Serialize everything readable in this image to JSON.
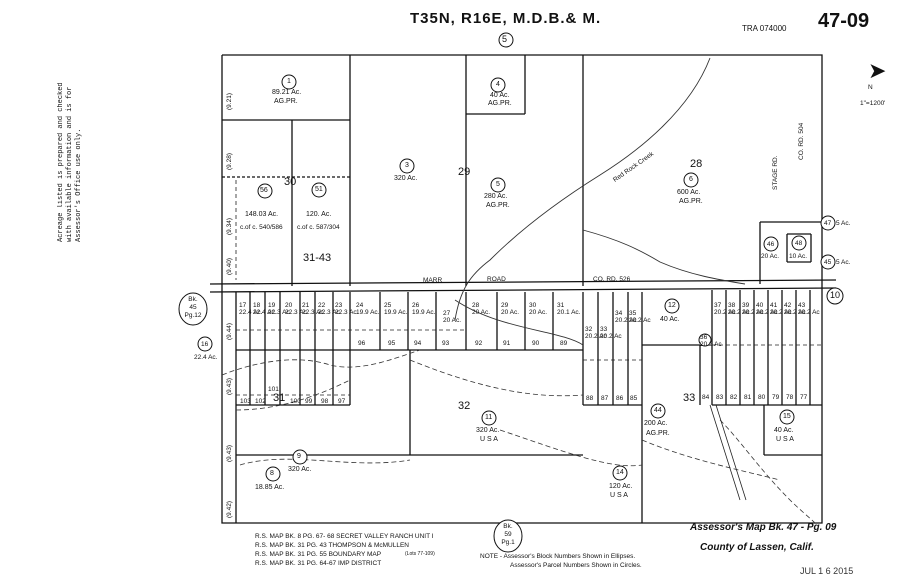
{
  "header": {
    "title": "T35N, R16E, M.D.B.& M.",
    "tra": "TRA 074000",
    "map_number": "47-09",
    "top_block": "5"
  },
  "side_note": [
    "Acreage listed is prepared and checked",
    "with available information and is for",
    "Assessor's Office use only."
  ],
  "scale": {
    "label": "1\"=1200'",
    "north": "N"
  },
  "roads": {
    "marr": "MARR",
    "road": "ROAD",
    "co_rd_526": "CO. RD. 526",
    "stage_rd": "STAGE RD.",
    "co_rd_504": "CO. RD. 504",
    "creek": "Red Rock Creek"
  },
  "sections": {
    "s29": "29",
    "s28": "28",
    "s30": "30",
    "s31_43": "31-43",
    "s32": "32",
    "s33": "33",
    "s31": "31"
  },
  "parcels": {
    "p1": {
      "num": "1",
      "acres": "89.21 Ac.",
      "note": "AG.PR."
    },
    "p3": {
      "num": "3",
      "acres": "320 Ac."
    },
    "p4": {
      "num": "4",
      "acres": "40 Ac.",
      "note": "AG.PR."
    },
    "p5": {
      "num": "5",
      "acres": "280 Ac.",
      "note": "AG.PR."
    },
    "p6": {
      "num": "6",
      "acres": "600 Ac.",
      "note": "AG.PR."
    },
    "p56": {
      "num": "56",
      "acres": "148.03 Ac.",
      "note": "c.of c. 540/586"
    },
    "p51": {
      "num": "51",
      "acres": "120. Ac.",
      "note": "c.of c. 587/304"
    },
    "p46": {
      "num": "46",
      "acres": "20 Ac."
    },
    "p48": {
      "num": "48",
      "acres": "10 Ac."
    },
    "p47": {
      "num": "47",
      "acres": "5 Ac."
    },
    "p45": {
      "num": "45",
      "acres": "5 Ac."
    },
    "p16": {
      "num": "16",
      "acres": "22.4 Ac."
    },
    "p12": {
      "num": "12",
      "acres": "40 Ac."
    },
    "p11": {
      "num": "11",
      "acres": "320 Ac.",
      "note": "U S A"
    },
    "p44": {
      "num": "44",
      "acres": "200 Ac.",
      "note": "AG.PR."
    },
    "p15": {
      "num": "15",
      "acres": "40 Ac.",
      "note": "U S A"
    },
    "p14": {
      "num": "14",
      "acres": "120 Ac.",
      "note": "U S A"
    },
    "p9": {
      "num": "9",
      "acres": "320 Ac."
    },
    "p8": {
      "num": "8",
      "acres": "18.85 Ac."
    }
  },
  "strip_parcels": [
    {
      "num": "17",
      "acres": "22.4 Ac."
    },
    {
      "num": "18",
      "acres": "22.4 Ac."
    },
    {
      "num": "19",
      "acres": "22.3 Ac."
    },
    {
      "num": "20",
      "acres": "22.3 Ac."
    },
    {
      "num": "21",
      "acres": "22.3 Ac."
    },
    {
      "num": "22",
      "acres": "22.3 Ac."
    },
    {
      "num": "23",
      "acres": "22.3 Ac."
    },
    {
      "num": "24",
      "acres": "19.9 Ac."
    },
    {
      "num": "25",
      "acres": "19.9 Ac."
    },
    {
      "num": "26",
      "acres": "19.9 Ac."
    },
    {
      "num": "27",
      "acres": "20 Ac."
    },
    {
      "num": "28",
      "acres": "20 Ac."
    },
    {
      "num": "29",
      "acres": "20 Ac."
    },
    {
      "num": "30",
      "acres": "20 Ac."
    },
    {
      "num": "31",
      "acres": "20.1 Ac."
    }
  ],
  "east_strip": [
    {
      "num": "32",
      "acres": "20.2 Ac"
    },
    {
      "num": "33",
      "acres": "20.2 Ac"
    },
    {
      "num": "34",
      "acres": "20.2 Ac"
    },
    {
      "num": "35",
      "acres": "20.2 Ac"
    },
    {
      "num": "36",
      "acres": "20.2 Ac"
    },
    {
      "num": "37",
      "acres": "20.2 Ac"
    },
    {
      "num": "38",
      "acres": "20.2 Ac"
    },
    {
      "num": "39",
      "acres": "20.2 Ac"
    },
    {
      "num": "40",
      "acres": "20.2 Ac"
    },
    {
      "num": "41",
      "acres": "20.2 Ac"
    },
    {
      "num": "42",
      "acres": "20.2 Ac"
    },
    {
      "num": "43",
      "acres": "20.2 Ac"
    }
  ],
  "block_numbers": [
    "96",
    "95",
    "94",
    "93",
    "92",
    "91",
    "90",
    "89",
    "88",
    "87",
    "86",
    "85",
    "84",
    "83",
    "82",
    "81",
    "80",
    "79",
    "78",
    "77",
    "100",
    "99",
    "98",
    "97",
    "101",
    "102",
    "103"
  ],
  "references": {
    "bk45": {
      "line1": "Bk.",
      "line2": "45",
      "line3": "Pg.12"
    },
    "bk59": {
      "line1": "Bk.",
      "line2": "59",
      "line3": "Pg.1"
    },
    "east_ref": "10"
  },
  "dims_left": [
    "(9.21)",
    "(9.28)",
    "(9.34)",
    "(9.40)",
    "(9.44)",
    "(9.43)",
    "(9.43)",
    "(9.42)"
  ],
  "footer": {
    "rs_lines": [
      "R.S. MAP BK. 8  PG. 67- 68   SECRET VALLEY RANCH UNIT I",
      "R.S. MAP BK. 31 PG. 43   THOMPSON & McMULLEN",
      "R.S. MAP BK. 31 PG. 55   BOUNDARY MAP",
      "R.S. MAP BK. 31 PG. 64-67 IMP DISTRICT"
    ],
    "rs_lots": "(Lots 77-109)",
    "note1": "NOTE - Assessor's Block Numbers Shown in Ellipses.",
    "note2": "Assessor's Parcel Numbers Shown in Circles.",
    "map_title": "Assessor's Map Bk. 47 - Pg. 09",
    "county": "County of Lassen, Calif.",
    "stamp": "JUL 1 6 2015"
  }
}
